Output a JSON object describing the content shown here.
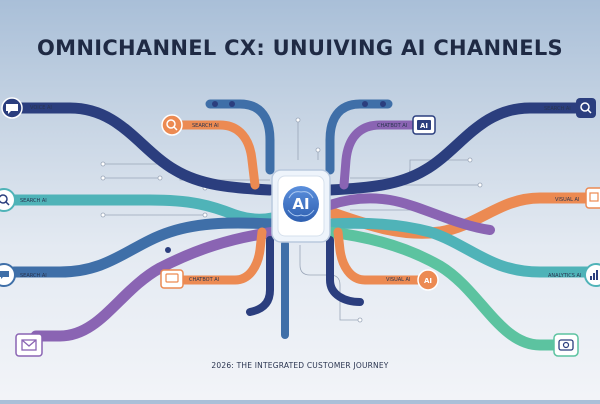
{
  "header": {
    "title": "OMNICHANNEL CX: UNUIVING AI CHANNELS"
  },
  "hub": {
    "label": "AI"
  },
  "footer": {
    "text": "2026: THE INTEGRATED CUSTOMER JOURNEY"
  },
  "channels": {
    "voice_left": {
      "label": "VOICE AI",
      "icon": "speech-bubble-icon"
    },
    "search_top_left": {
      "label": "SEARCH AI",
      "icon": "magnifier-icon"
    },
    "search_mid_left": {
      "label": "SEARCH AI",
      "icon": "magnifier-icon"
    },
    "search_low_left": {
      "label": "SEARCH AI",
      "icon": "chat-bubble-icon"
    },
    "email_left": {
      "label": "",
      "icon": "envelope-icon"
    },
    "chatbot_low_left": {
      "label": "CHATBOT AI",
      "icon": "chat-window-icon"
    },
    "chatbot_top_right": {
      "label": "CHATBOT AI",
      "icon": "ai-chip-icon",
      "chip": "AI"
    },
    "search_top_right": {
      "label": "SEARCH AI",
      "icon": "magnifier-icon"
    },
    "visual_right": {
      "label": "VISUAL AI",
      "icon": "image-icon"
    },
    "visual_low_right": {
      "label": "VISUAL AI",
      "icon": "ai-chip-icon",
      "chip": "AI"
    },
    "analytics_right": {
      "label": "ANALYTICS AI",
      "icon": "bar-chart-icon"
    },
    "camera_right": {
      "label": "",
      "icon": "camera-icon"
    }
  },
  "colors": {
    "navy": "#2b3e7e",
    "blue": "#3f6fa8",
    "teal": "#4fb3b8",
    "orange": "#ec8a52",
    "purple": "#8a64b3",
    "green": "#5cc3a0",
    "hub": "#3b6fc0"
  }
}
